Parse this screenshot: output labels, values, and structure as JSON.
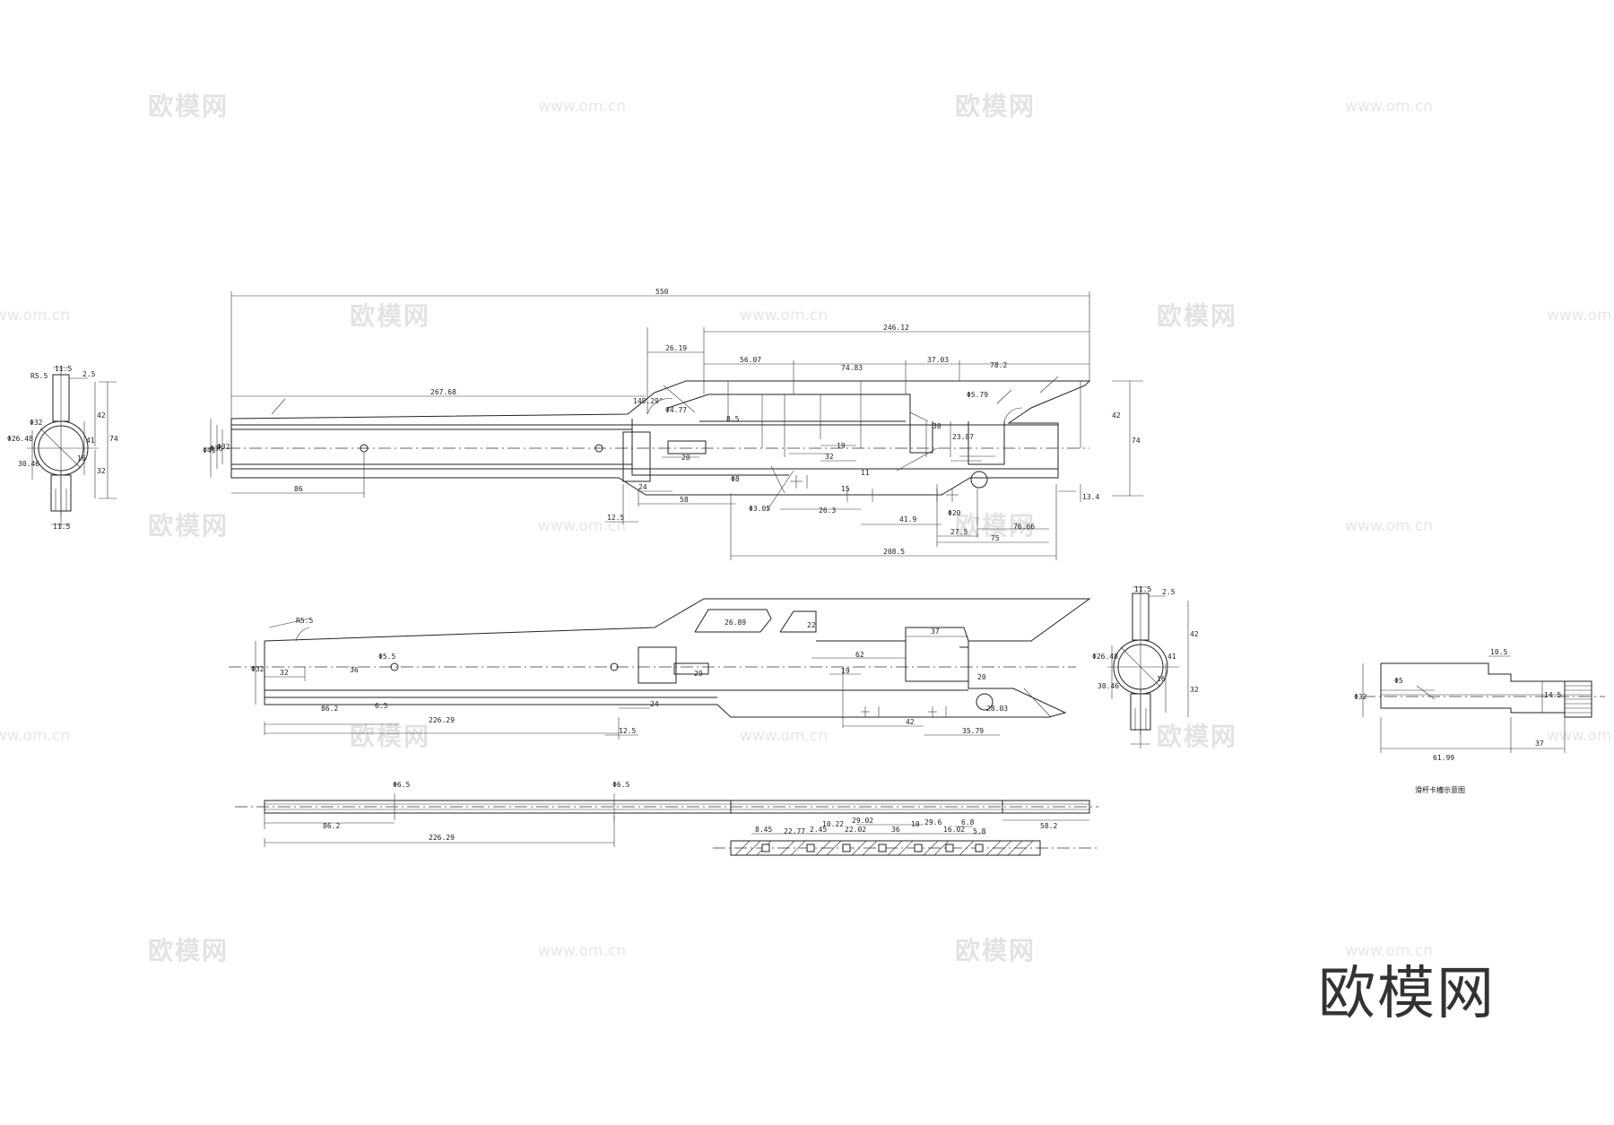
{
  "watermark": {
    "cn": "欧模网",
    "url": "www.om.cn"
  },
  "logo": "欧模网",
  "caption": "滑杆卡槽示意图",
  "top_view": {
    "overall": "550",
    "left_len": "267.68",
    "right_len": "246.12",
    "d1": "26.19",
    "d2": "56.07",
    "d3": "74.83",
    "d4": "37.03",
    "d5": "78.2",
    "bottom_left": "86",
    "b1": "58",
    "b2": "12.5",
    "b3": "24",
    "b4": "26.3",
    "b5": "41.9",
    "b6": "27.5",
    "b7": "75",
    "b8": "76.66",
    "b9": "208.5",
    "h1": "42",
    "h2": "74",
    "h3": "13.4",
    "phi1": "Φ41",
    "phi2": "Φ36",
    "phi3": "Φ32",
    "phi4": "Φ4.77",
    "phi5": "Φ5.79",
    "phi6": "Φ20",
    "phi7": "Φ8",
    "phi8": "Φ3.05",
    "a1": "149.29°",
    "a2": "20",
    "a3": "19",
    "a4": "32",
    "a5": "30",
    "a6": "23.87",
    "a7": "11",
    "a8": "15",
    "a9": "8.5"
  },
  "end_view_left": {
    "w1": "11.5",
    "w2": "2.5",
    "r1": "R5.5",
    "phi": "Φ26.48",
    "phi2": "Φ32",
    "h1": "42",
    "h2": "74",
    "h3": "41",
    "h4": "32",
    "h5": "30.46",
    "h6": "16",
    "bot": "11.5"
  },
  "front_view": {
    "r1": "R5.5",
    "d1": "26.89",
    "d2": "22",
    "d3": "37",
    "d4": "62",
    "d5": "20",
    "d6": "19",
    "d7": "42",
    "d8": "35.79",
    "d9": "28.03",
    "l1": "32",
    "l2": "86.2",
    "l3": "226.29",
    "l4": "12.5",
    "l5": "24",
    "l6": "29",
    "l7": "Φ5.5",
    "l8": "Φ32",
    "l9": "36",
    "l10": "6.5"
  },
  "side_view": {
    "l1": "86.2",
    "l2": "226.29",
    "l3": "58.2",
    "phi1": "Φ6.5",
    "phi2": "Φ6.5",
    "s1": "8.45",
    "s2": "22.77",
    "s3": "2.45",
    "s4": "10.22",
    "s5": "22.02",
    "s6": "29.02",
    "s7": "36",
    "s8": "10",
    "s9": "29.6",
    "s10": "16.02",
    "s11": "6.8",
    "s12": "5.8"
  },
  "end_view_right": {
    "w1": "11.5",
    "w2": "2.5",
    "phi": "Φ26.48",
    "h1": "42",
    "h2": "41",
    "h3": "32",
    "h4": "30.46",
    "h5": "16"
  },
  "section_view": {
    "w1": "10.5",
    "phi1": "Φ5",
    "phi2": "Φ32",
    "l1": "61.99",
    "l2": "37",
    "h": "14.5"
  }
}
